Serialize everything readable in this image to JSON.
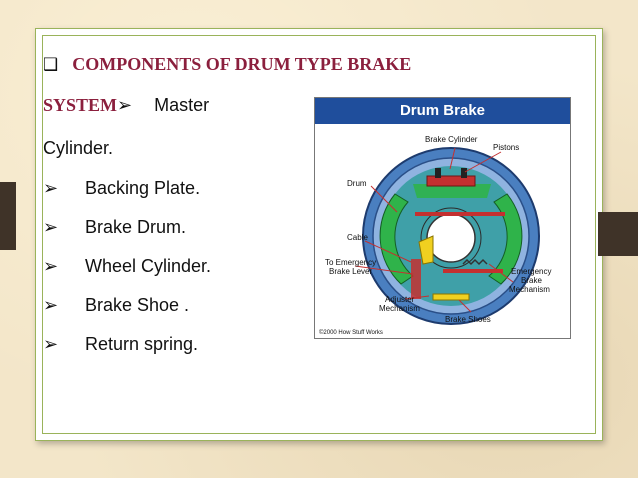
{
  "slide": {
    "title_box": "❑",
    "title": "COMPONENTS OF DRUM TYPE BRAKE",
    "title_cont": "SYSTEM",
    "arrow": "➢",
    "first_item_part1": "Master",
    "first_item_part2": "Cylinder.",
    "items": [
      "Backing Plate.",
      "Brake Drum.",
      "Wheel Cylinder.",
      "Brake Shoe .",
      "Return spring."
    ]
  },
  "figure": {
    "header": "Drum Brake",
    "labels": {
      "brake_cylinder": "Brake Cylinder",
      "pistons": "Pistons",
      "drum": "Drum",
      "cable": "Cable",
      "to_emergency_line1": "To Emergency",
      "to_emergency_line2": "Brake Lever",
      "emergency_line1": "Emergency",
      "emergency_line2": "Brake",
      "emergency_line3": "Mechanism",
      "adjuster_line1": "Adjuster",
      "adjuster_line2": "Mechanism",
      "brake_shoes": "Brake Shoes",
      "copyright": "©2000 How Stuff Works"
    }
  },
  "colors": {
    "title": "#8b1f3d",
    "figure_header_bg": "#1f4e9c",
    "frame_border": "#9ab35a",
    "shoe_green": "#2fb34a",
    "drum_blue": "#4a7fc0"
  }
}
